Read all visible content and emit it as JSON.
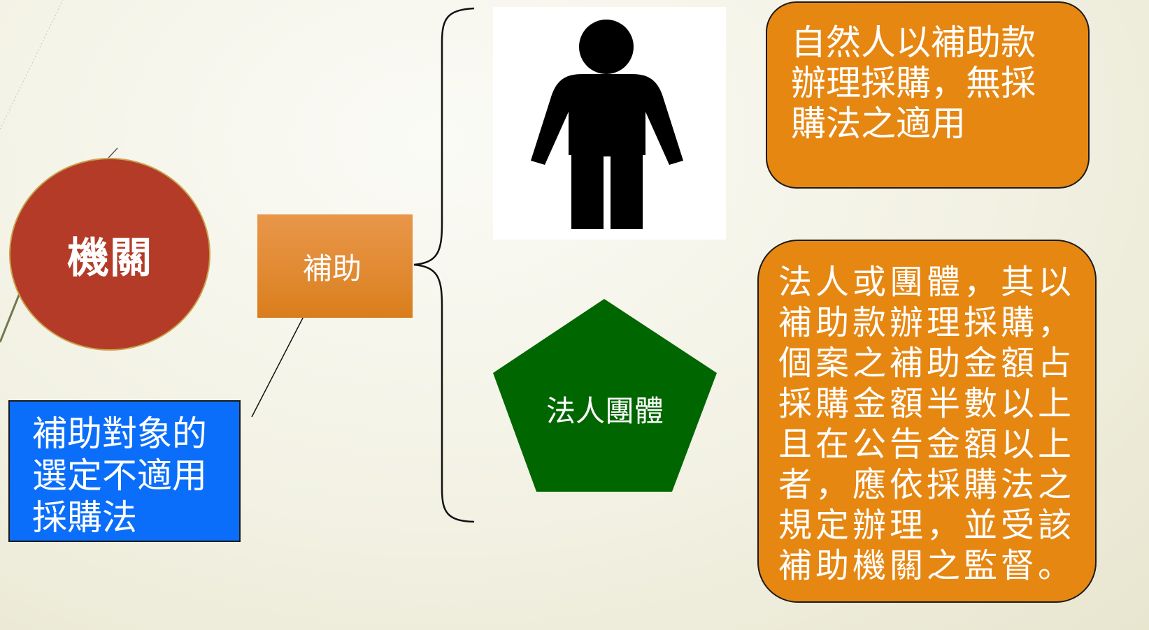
{
  "nodes": {
    "agency": {
      "label": "機關"
    },
    "subsidy": {
      "label": "補助"
    },
    "note": {
      "label": "補助對象的\n選定不適用\n採購法"
    },
    "entity": {
      "label": "法人團體"
    },
    "natural_person_rule": {
      "label": "自然人以補助款\n辦理採購，無採\n購法之適用"
    },
    "legal_entity_rule": {
      "label": "法人或團體，其以\n補助款辦理採購，\n個案之補助金額占\n採購金額半數以上\n且在公告金額以上\n者，應依採購法之\n規定辦理，並受該\n補助機關之監督。"
    }
  },
  "icons": {
    "person": "person-icon",
    "pentagon": "pentagon-shape"
  },
  "colors": {
    "agency_circle": "#b33b27",
    "subsidy_box": "#e08930",
    "note_box": "#0a6efa",
    "entity_pentagon": "#006600",
    "rule_boxes": "#e68712",
    "background": "#f2f1e3"
  }
}
